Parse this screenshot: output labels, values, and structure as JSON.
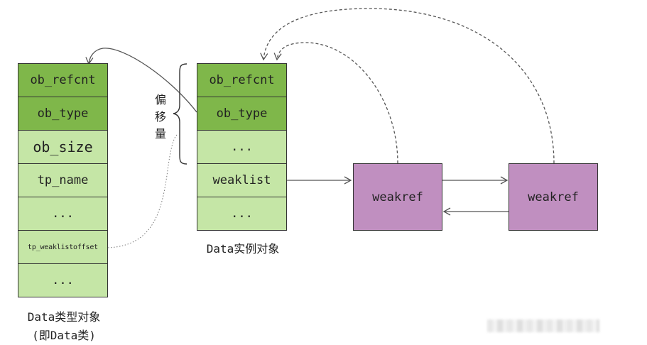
{
  "type_object": {
    "cells": [
      "ob_refcnt",
      "ob_type",
      "ob_size",
      "tp_name",
      "...",
      "tp_weaklistoffset",
      "..."
    ],
    "caption_line1": "Data类型对象",
    "caption_line2": "(即Data类)"
  },
  "instance_object": {
    "cells": [
      "ob_refcnt",
      "ob_type",
      "...",
      "weaklist",
      "..."
    ],
    "caption": "Data实例对象"
  },
  "offset_label": [
    "偏",
    "移",
    "量"
  ],
  "weakrefs": [
    "weakref",
    "weakref"
  ],
  "colors": {
    "header_green": "#7fb74a",
    "field_green": "#c5e6a6",
    "weakref_purple": "#c08fc0",
    "line": "#555555"
  }
}
